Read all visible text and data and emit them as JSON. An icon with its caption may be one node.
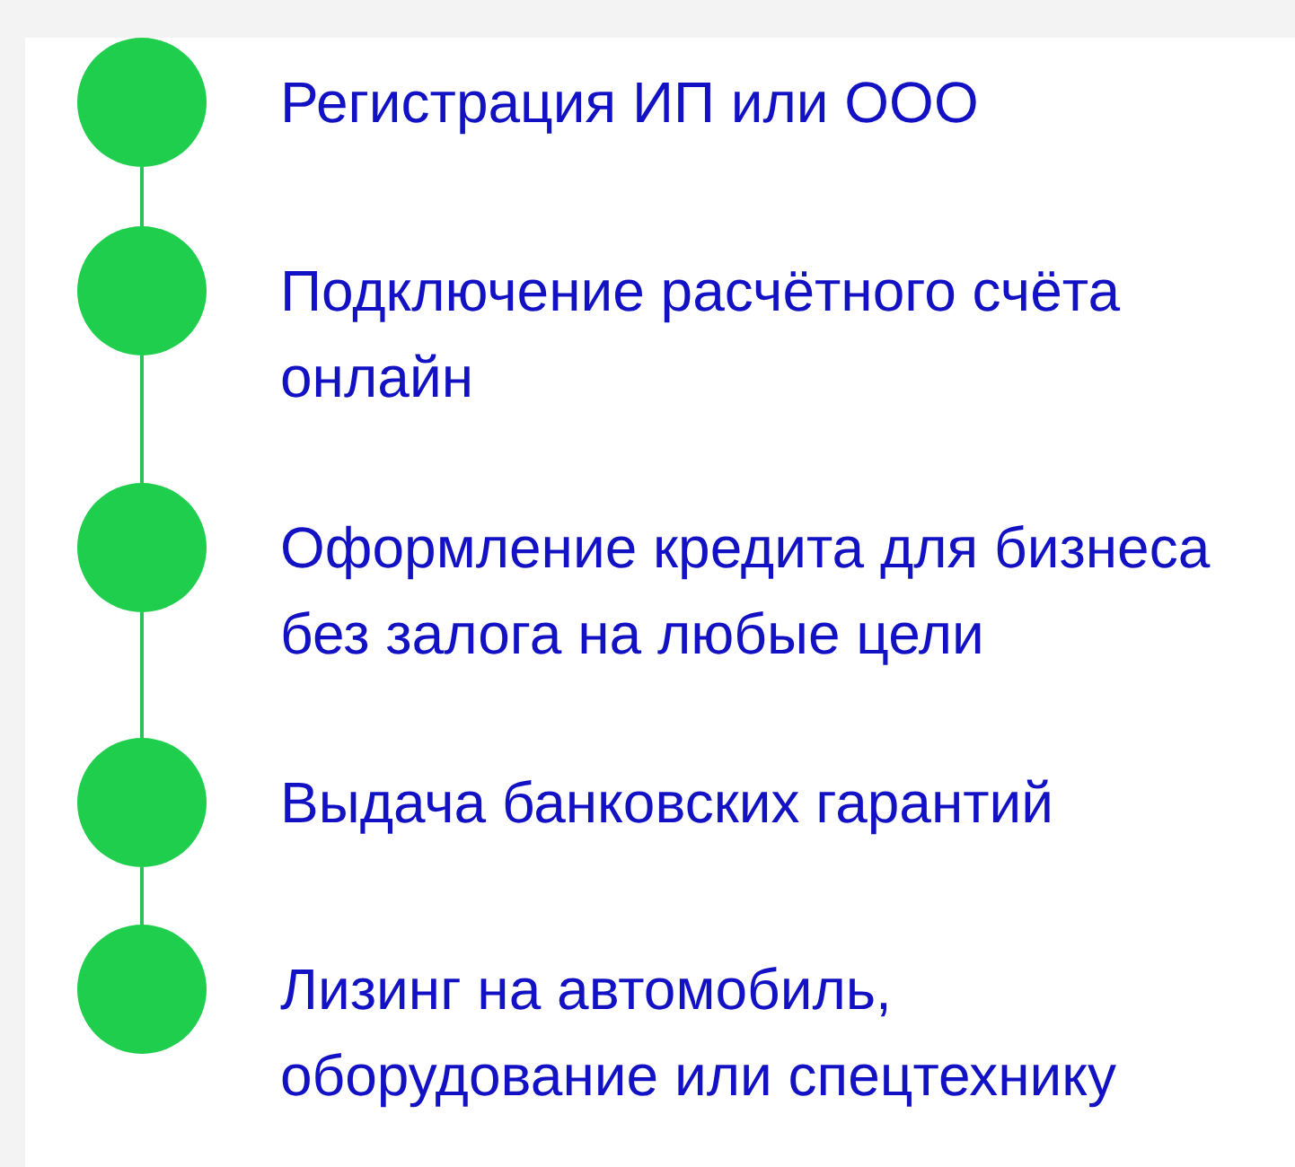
{
  "diagram": {
    "nodes": [
      {
        "text": [],
        "shape": "circle",
        "beside": [
          "Регистрация ИП или ООО"
        ]
      },
      {
        "text": [],
        "shape": "circle",
        "beside": [
          "Подключение расчётного счёта онлайн"
        ]
      },
      {
        "text": [],
        "shape": "circle",
        "beside": [
          "Оформление кредита для бизнеса без залога на любые цели"
        ]
      },
      {
        "text": [],
        "shape": "circle",
        "beside": [
          "Выдача банковских гарантий"
        ]
      },
      {
        "text": [],
        "shape": "circle",
        "beside": [
          "Лизинг на автомобиль, оборудование или спецтехнику"
        ]
      }
    ],
    "edges": [
      {
        "from": 0,
        "to": 1,
        "arrow": "none"
      },
      {
        "from": 1,
        "to": 2,
        "arrow": "none"
      },
      {
        "from": 2,
        "to": 3,
        "arrow": "none"
      },
      {
        "from": 3,
        "to": 4,
        "arrow": "none"
      }
    ]
  }
}
